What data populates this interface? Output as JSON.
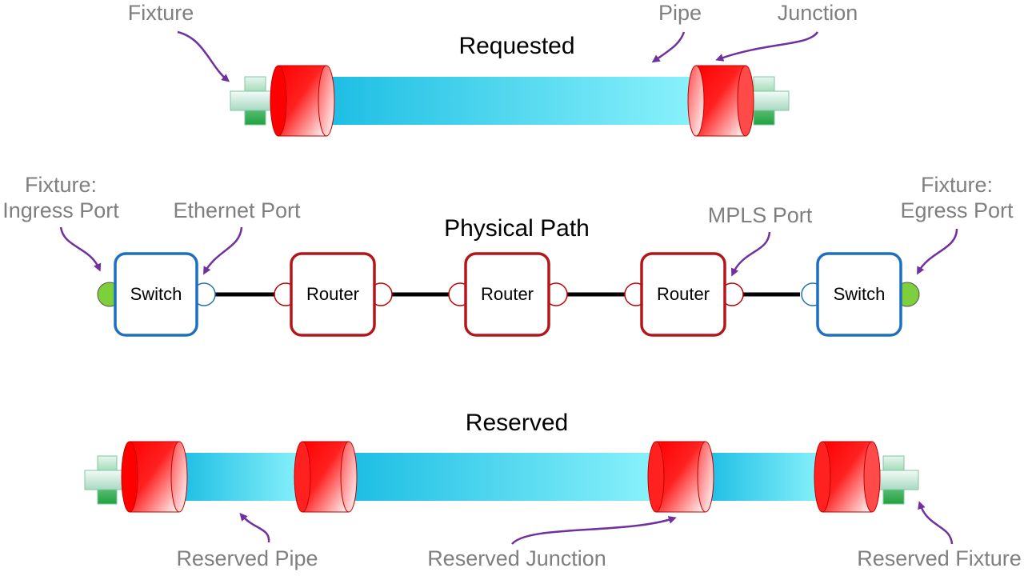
{
  "diagram": {
    "requested": {
      "title": "Requested",
      "labels": {
        "fixture": "Fixture",
        "pipe": "Pipe",
        "junction": "Junction"
      }
    },
    "physical": {
      "title": "Physical Path",
      "labels": {
        "ingress_line1": "Fixture:",
        "ingress_line2": "Ingress Port",
        "ethernet": "Ethernet Port",
        "mpls": "MPLS Port",
        "egress_line1": "Fixture:",
        "egress_line2": "Egress Port"
      },
      "nodes": [
        {
          "label": "Switch",
          "kind": "switch"
        },
        {
          "label": "Router",
          "kind": "router"
        },
        {
          "label": "Router",
          "kind": "router"
        },
        {
          "label": "Router",
          "kind": "router"
        },
        {
          "label": "Switch",
          "kind": "switch"
        }
      ]
    },
    "reserved": {
      "title": "Reserved",
      "labels": {
        "pipe": "Reserved Pipe",
        "junction": "Reserved Junction",
        "fixture": "Reserved Fixture"
      }
    },
    "colors": {
      "pipe_light": "#8af2fb",
      "pipe_dark": "#1bbde3",
      "junction_red": "#ff0000",
      "fixture_green": "#1fa23d",
      "fixture_light": "#e6f5ef",
      "switch_blue": "#1f6fbf",
      "router_red": "#b3151b",
      "ingress_green": "#7dcf3b",
      "arrow_purple": "#7030a0"
    }
  }
}
